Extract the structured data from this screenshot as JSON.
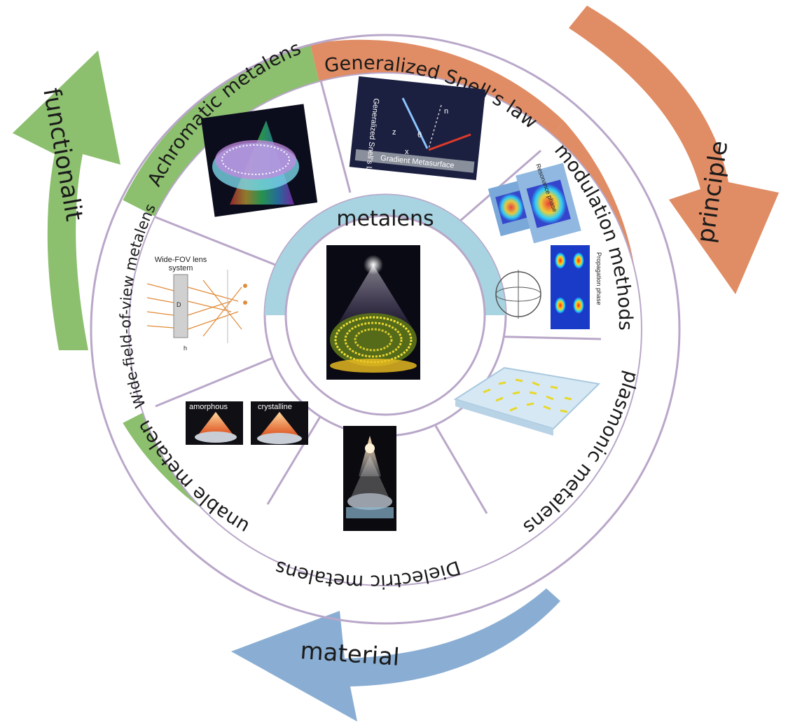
{
  "center": {
    "title": "metalens"
  },
  "segments": {
    "achromatic": "Achromatic metalens",
    "snell": "Generalized Snell’s law",
    "modulation": "modulation methods",
    "plasmonic": "plasmonic metalens",
    "dielectric": "Dielectric metalens",
    "tunable": "Tunable metalens",
    "widefov": "Wide-field-of-view metalens"
  },
  "arrows": {
    "functionality": "functionalit",
    "principle": "principle",
    "material": "material"
  },
  "figures": {
    "snell": {
      "title": "Generalized Snell's Law",
      "substrate": "Gradient Metasurface",
      "z": "z",
      "x": "x",
      "n": "n",
      "theta": "θ"
    },
    "widefov": {
      "caption_line1": "Wide-FOV lens",
      "caption_line2": "system",
      "d_label": "D",
      "h_label": "h"
    },
    "tunable": {
      "left": "amorphous",
      "right": "crystalline"
    },
    "modulation": {
      "phase_a": "Resonance phase",
      "phase_b": "Propagation phase"
    }
  },
  "colors": {
    "green": "#8cbf6e",
    "orange": "#e08c64",
    "blue": "#8aaed3",
    "center_band": "#a8d4e2",
    "divider": "#b9a7c9"
  }
}
